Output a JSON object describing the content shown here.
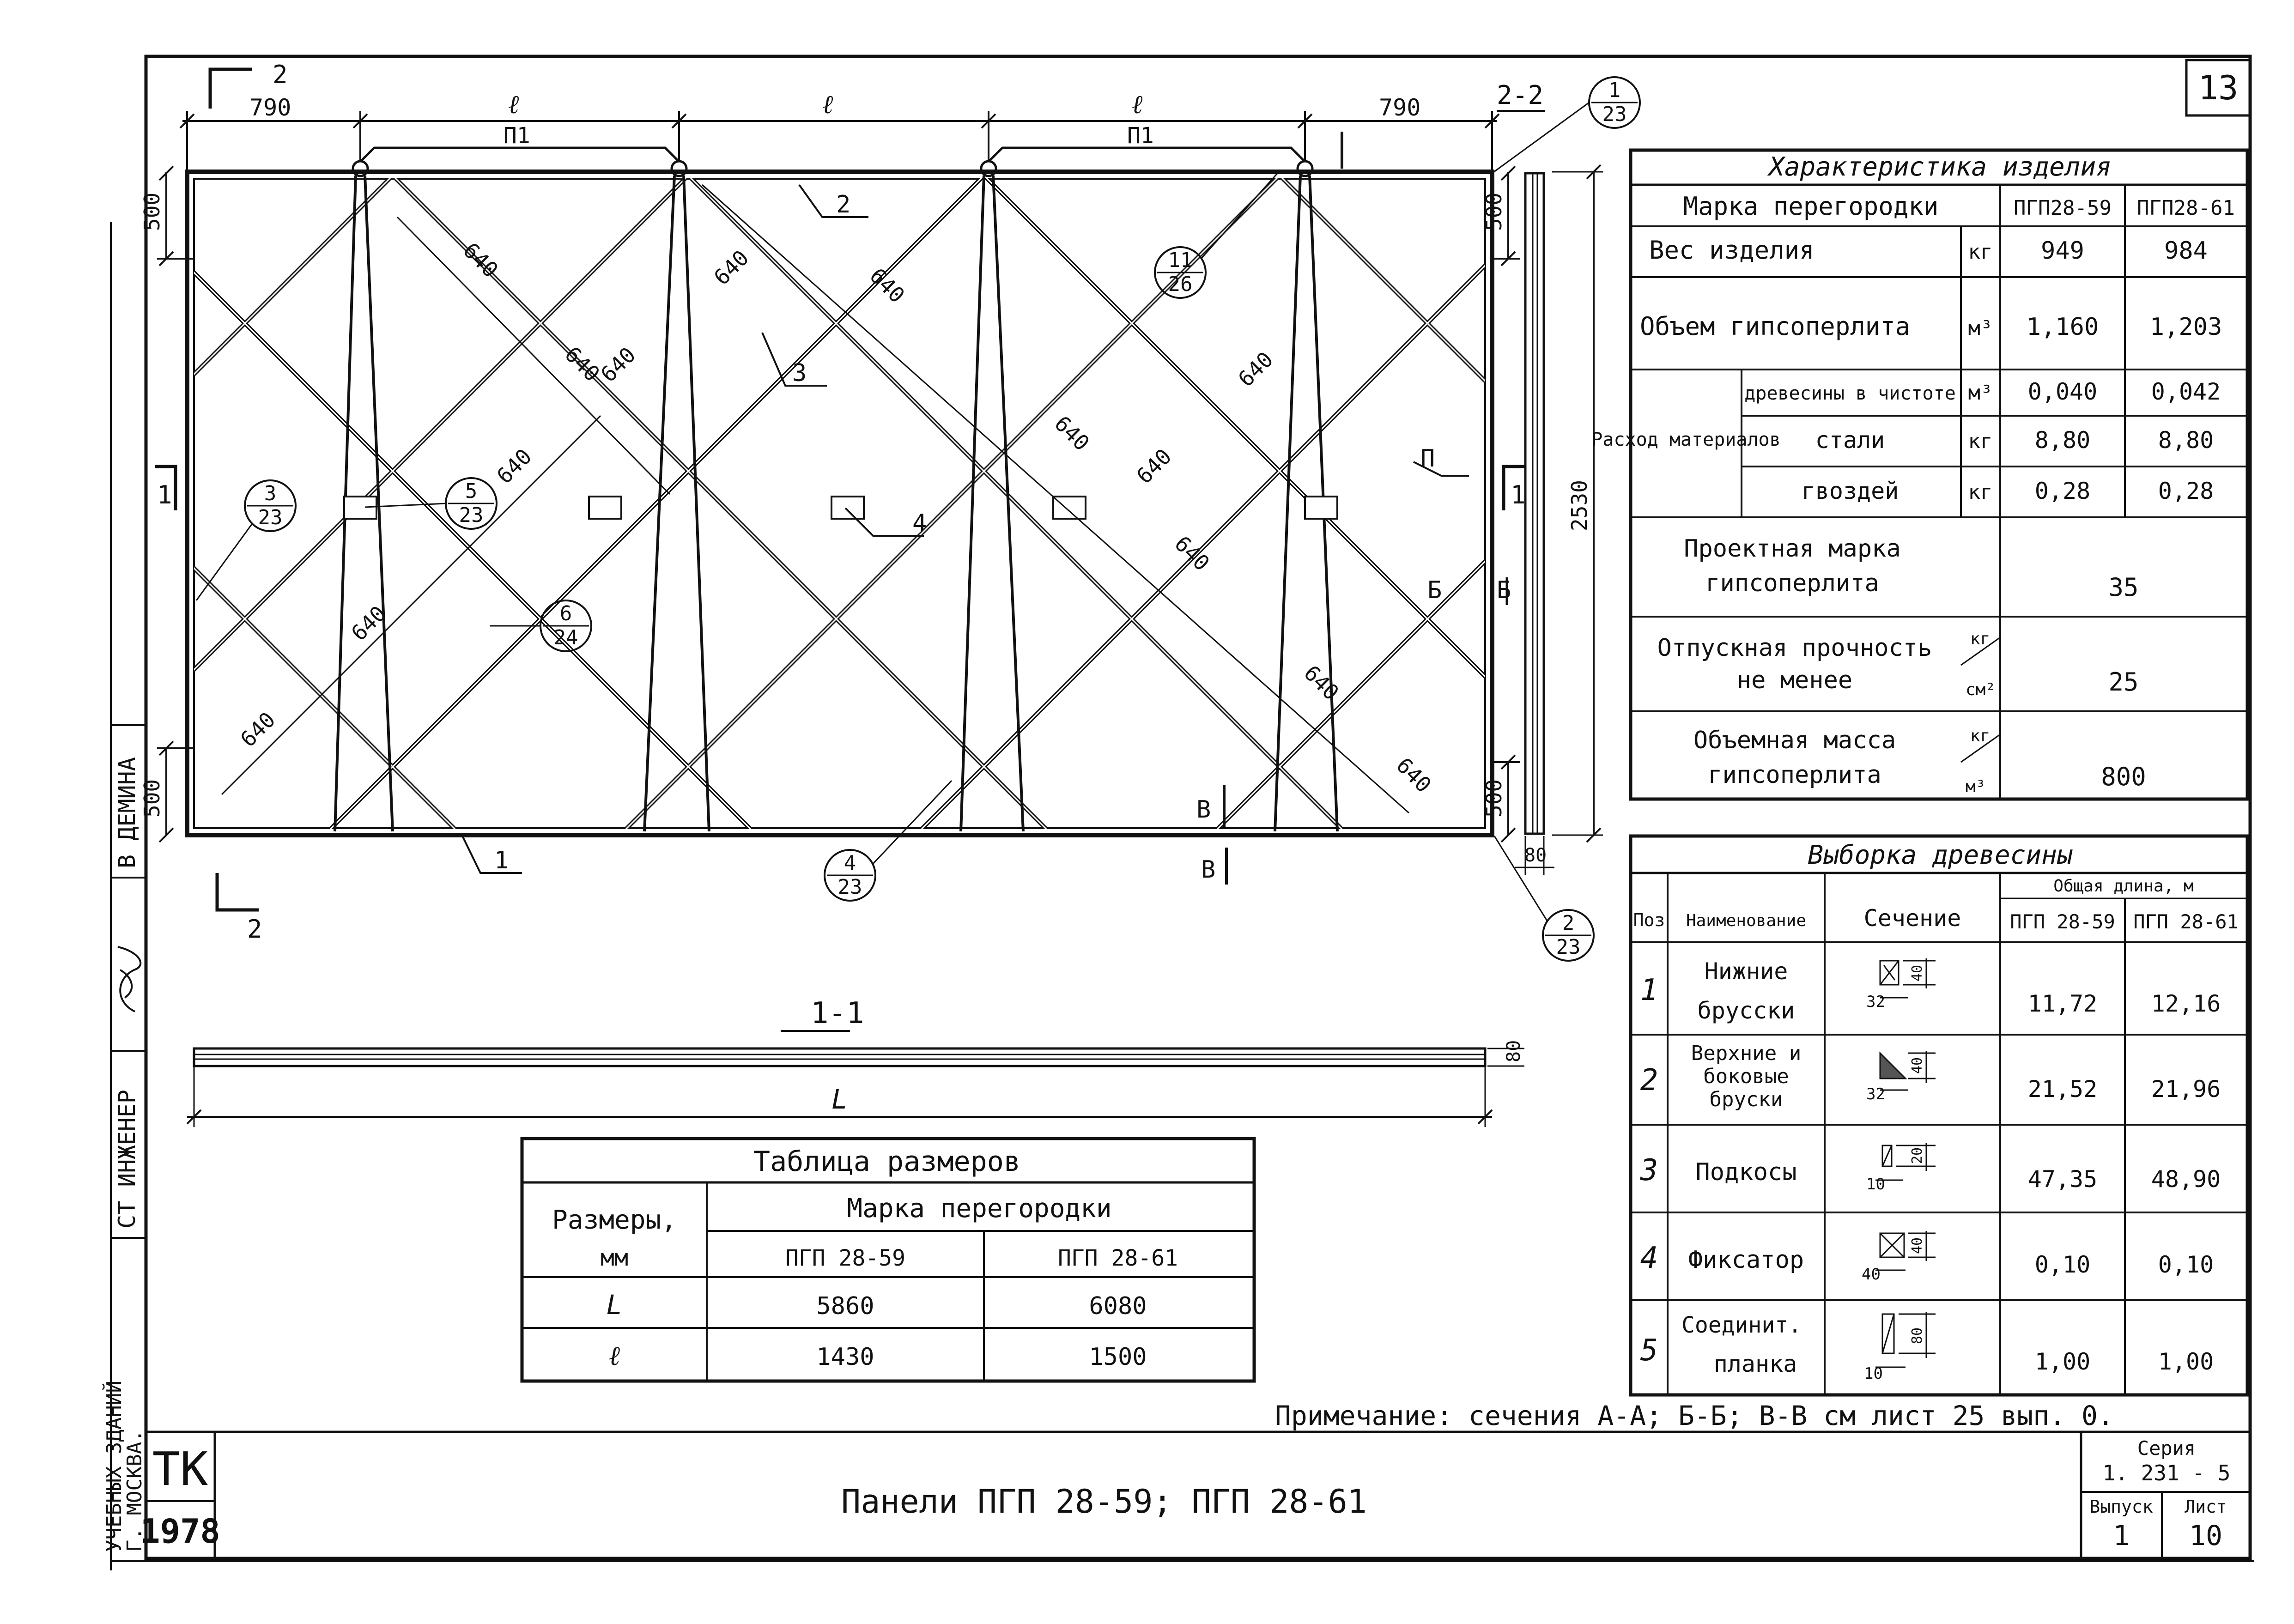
{
  "sheet": {
    "page_number": "13",
    "title": "Панели ПГП 28-59; ПГП 28-61",
    "note": "Примечание: сечения А-А; Б-Б; В-В см лист 25 вып. 0.",
    "series_label": "Серия",
    "series": "1. 231 - 5",
    "issue_label": "Выпуск",
    "issue": "1",
    "sheet_label": "Лист",
    "sheet_no": "10",
    "org_code": "ТК",
    "year": "1978",
    "margin_org_1": "УЧЕБНЫХ ЗДАНИЙ",
    "margin_org_2": "Г. МОСКВА.",
    "margin_role": "СТ ИНЖЕНЕР",
    "margin_name": "В ДЕМИНА"
  },
  "drawing": {
    "cut_2": "2",
    "dim_790_left": "790",
    "dim_l_1": "ℓ",
    "dim_l_2": "ℓ",
    "dim_l_3": "ℓ",
    "dim_790_right": "790",
    "p1_left": "П1",
    "p1_right": "П1",
    "dim_500": "500",
    "dim_640": "640",
    "dim_2530": "2530",
    "dim_80": "80",
    "cut_1": "1",
    "pos_1": "1",
    "pos_2": "2",
    "pos_3": "3",
    "pos_4": "4",
    "label_b": "Б",
    "label_v": "В",
    "label_p": "П",
    "section_22": "2-2",
    "section_11": "1-1",
    "dim_L": "L",
    "callouts": [
      {
        "top": "1",
        "bottom": "23"
      },
      {
        "top": "11",
        "bottom": "26"
      },
      {
        "top": "3",
        "bottom": "23"
      },
      {
        "top": "5",
        "bottom": "23"
      },
      {
        "top": "6",
        "bottom": "24"
      },
      {
        "top": "4",
        "bottom": "23"
      },
      {
        "top": "2",
        "bottom": "23"
      }
    ]
  },
  "characteristics": {
    "title": "Характеристика изделия",
    "mark_label": "Марка перегородки",
    "col_a": "ПГП28-59",
    "col_b": "ПГП28-61",
    "rows": [
      {
        "label": "Вес изделия",
        "unit": "кг",
        "a": "949",
        "b": "984"
      },
      {
        "label": "Объем гипсоперлита",
        "unit": "м³",
        "a": "1,160",
        "b": "1,203"
      }
    ],
    "consumption_label": "Расход материалов",
    "consumption": [
      {
        "label": "древесины в чистоте",
        "unit": "м³",
        "a": "0,040",
        "b": "0,042"
      },
      {
        "label": "стали",
        "unit": "кг",
        "a": "8,80",
        "b": "8,80"
      },
      {
        "label": "гвоздей",
        "unit": "кг",
        "a": "0,28",
        "b": "0,28"
      }
    ],
    "grade_label_1": "Проектная марка",
    "grade_label_2": "гипсоперлита",
    "grade_value": "35",
    "strength_label_1": "Отпускная прочность",
    "strength_label_2": "не менее",
    "strength_unit_1": "кг",
    "strength_unit_2": "см²",
    "strength_value": "25",
    "density_label_1": "Объемная масса",
    "density_label_2": "гипсоперлита",
    "density_unit_1": "кг",
    "density_unit_2": "м³",
    "density_value": "800"
  },
  "wood": {
    "title": "Выборка древесины",
    "h_pos": "Поз",
    "h_name": "Наименование",
    "h_section": "Сечение",
    "h_total": "Общая длина, м",
    "h_a": "ПГП 28-59",
    "h_b": "ПГП 28-61",
    "rows": [
      {
        "pos": "1",
        "name_1": "Нижние",
        "name_2": "брусcки",
        "name_3": "",
        "w": "32",
        "h": "40",
        "a": "11,72",
        "b": "12,16"
      },
      {
        "pos": "2",
        "name_1": "Верхние и",
        "name_2": "боковые",
        "name_3": "бруски",
        "w": "32",
        "h": "40",
        "a": "21,52",
        "b": "21,96"
      },
      {
        "pos": "3",
        "name_1": "Подкосы",
        "name_2": "",
        "name_3": "",
        "w": "10",
        "h": "20",
        "a": "47,35",
        "b": "48,90"
      },
      {
        "pos": "4",
        "name_1": "Фиксатор",
        "name_2": "",
        "name_3": "",
        "w": "40",
        "h": "40",
        "a": "0,10",
        "b": "0,10"
      },
      {
        "pos": "5",
        "name_1": "Соединит.",
        "name_2": "планка",
        "name_3": "",
        "w": "10",
        "h": "80",
        "a": "1,00",
        "b": "1,00"
      }
    ]
  },
  "sizes": {
    "title": "Таблица размеров",
    "h_dims_1": "Размеры,",
    "h_dims_2": "мм",
    "h_mark": "Марка перегородки",
    "h_a": "ПГП 28-59",
    "h_b": "ПГП 28-61",
    "rows": [
      {
        "dim": "L",
        "a": "5860",
        "b": "6080"
      },
      {
        "dim": "ℓ",
        "a": "1430",
        "b": "1500"
      }
    ]
  }
}
